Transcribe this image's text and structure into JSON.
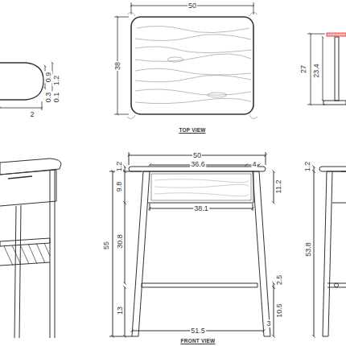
{
  "diagram": {
    "labels": [
      "0.9",
      "1.2",
      "0.3",
      "0.1",
      "2",
      "50",
      "38",
      "TOP VIEW",
      "27",
      "23.4",
      "50",
      "1.2",
      "36.6",
      "4",
      "9.8",
      "11.2",
      "38.1",
      "55",
      "30.8",
      "2.5",
      "13",
      "10.5",
      "51.5",
      "3",
      "FRONT VIEW",
      "1.2",
      "53.8"
    ]
  }
}
